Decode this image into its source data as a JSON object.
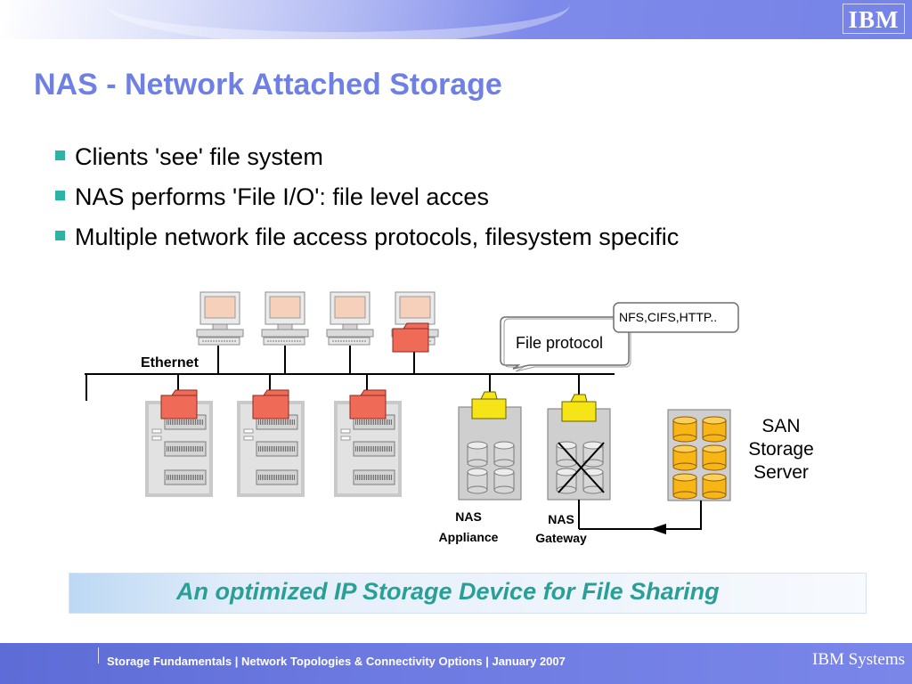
{
  "header": {
    "logo_text": "IBM"
  },
  "slide": {
    "title": "NAS - Network Attached Storage",
    "bullets": [
      "Clients 'see' file system",
      "NAS performs 'File I/O': file level acces",
      "Multiple network file access protocols, filesystem specific"
    ]
  },
  "diagram": {
    "network_label": "Ethernet",
    "callout_label": "File protocol",
    "protocols_label": "NFS,CIFS,HTTP..",
    "nas_appliance_label": [
      "NAS",
      "Appliance"
    ],
    "nas_gateway_label": [
      "NAS",
      "Gateway"
    ],
    "san_label": [
      "SAN",
      "Storage",
      "Server"
    ],
    "colors": {
      "folder_red": "#f06b57",
      "folder_yellow": "#f5e416",
      "cylinder_orange": "#f7b516"
    }
  },
  "tagline": "An optimized IP Storage Device for File Sharing",
  "footer": {
    "text": "Storage Fundamentals  | Network Topologies & Connectivity Options  |  January 2007",
    "brand": "IBM Systems"
  }
}
